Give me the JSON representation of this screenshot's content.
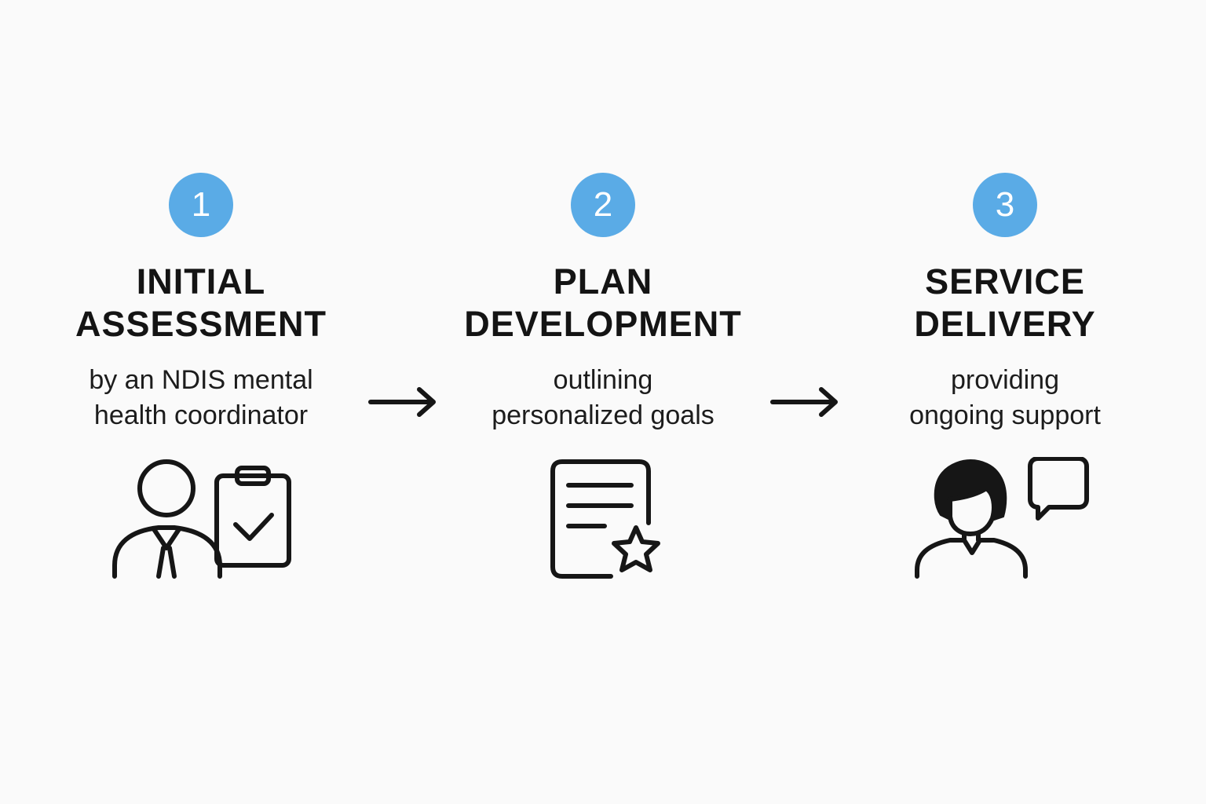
{
  "steps": [
    {
      "number": "1",
      "title_line1": "INITIAL",
      "title_line2": "ASSESSMENT",
      "desc_line1": "by an NDIS mental",
      "desc_line2": "health coordinator",
      "icon": "person-with-clipboard-checklist-icon"
    },
    {
      "number": "2",
      "title_line1": "PLAN",
      "title_line2": "DEVELOPMENT",
      "desc_line1": "outlining",
      "desc_line2": "personalized goals",
      "icon": "document-with-star-icon"
    },
    {
      "number": "3",
      "title_line1": "SERVICE",
      "title_line2": "DELIVERY",
      "desc_line1": "providing",
      "desc_line2": "ongoing support",
      "icon": "person-with-speech-bubble-icon"
    }
  ],
  "arrows": [
    "right-arrow-icon",
    "right-arrow-icon"
  ],
  "colors": {
    "badge": "#5aabe6",
    "text": "#141414",
    "background": "#fafafa"
  }
}
